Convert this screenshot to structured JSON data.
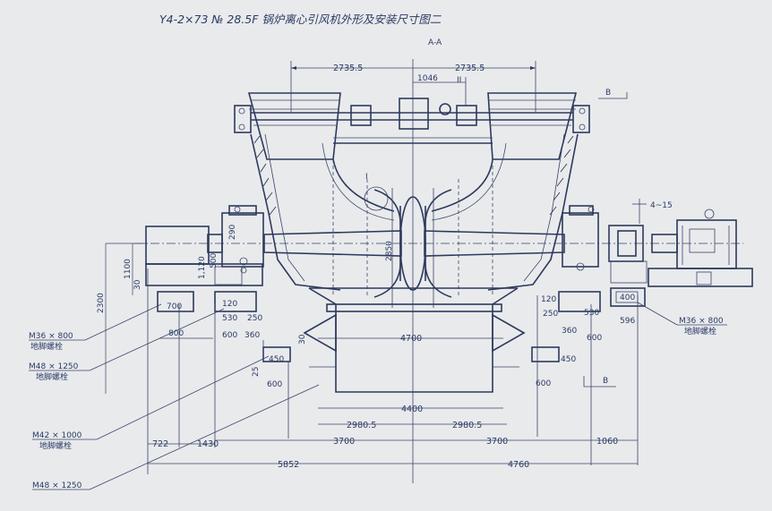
{
  "title": "Y4-2×73 № 28.5F 锅炉离心引风机外形及安装尺寸图二",
  "section_label": "A-A",
  "detail_labels": {
    "detail_1": "I",
    "detail_2": "II"
  },
  "view_labels": {
    "b_top": "B",
    "b_bottom": "B"
  },
  "top_dims": {
    "left": "2735.5",
    "right": "2735.5",
    "coupling": "1046"
  },
  "inner_dims": {
    "height": "2850",
    "floor_width": "4700",
    "base_width": "4400"
  },
  "left_dims": {
    "d290": "290",
    "d500": "500",
    "d1120": "1,120",
    "d1100": "1100",
    "d30": "30",
    "d2300": "2300",
    "d120": "120",
    "d700": "700",
    "d530": "530",
    "d250": "250",
    "d800": "800",
    "d600a": "600",
    "d360": "360",
    "d450": "450",
    "d25": "25",
    "d600b": "600",
    "d30b": "30"
  },
  "right_dims": {
    "d4_15": "4~15",
    "d120": "120",
    "d250": "250",
    "d530": "530",
    "d400": "400",
    "d360": "360",
    "d600a": "600",
    "d596": "596",
    "d450": "450",
    "d600b": "600"
  },
  "bottom_dims": {
    "d2980_l": "2980.5",
    "d2980_r": "2980.5",
    "d3700_l": "3700",
    "d3700_r": "3700",
    "d1060": "1060",
    "d722": "722",
    "d1430": "1430",
    "d5852": "5852",
    "d4760": "4760"
  },
  "bolt_callouts": {
    "b1_size": "M36 × 800",
    "b1_name": "地脚螺栓",
    "b2_size": "M48 × 1250",
    "b2_name": "地脚螺栓",
    "b3_size": "M42 × 1000",
    "b3_name": "地脚螺栓",
    "b4_size": "M48 × 1250",
    "b5_size": "M36 × 800",
    "b5_name": "地脚螺栓"
  }
}
